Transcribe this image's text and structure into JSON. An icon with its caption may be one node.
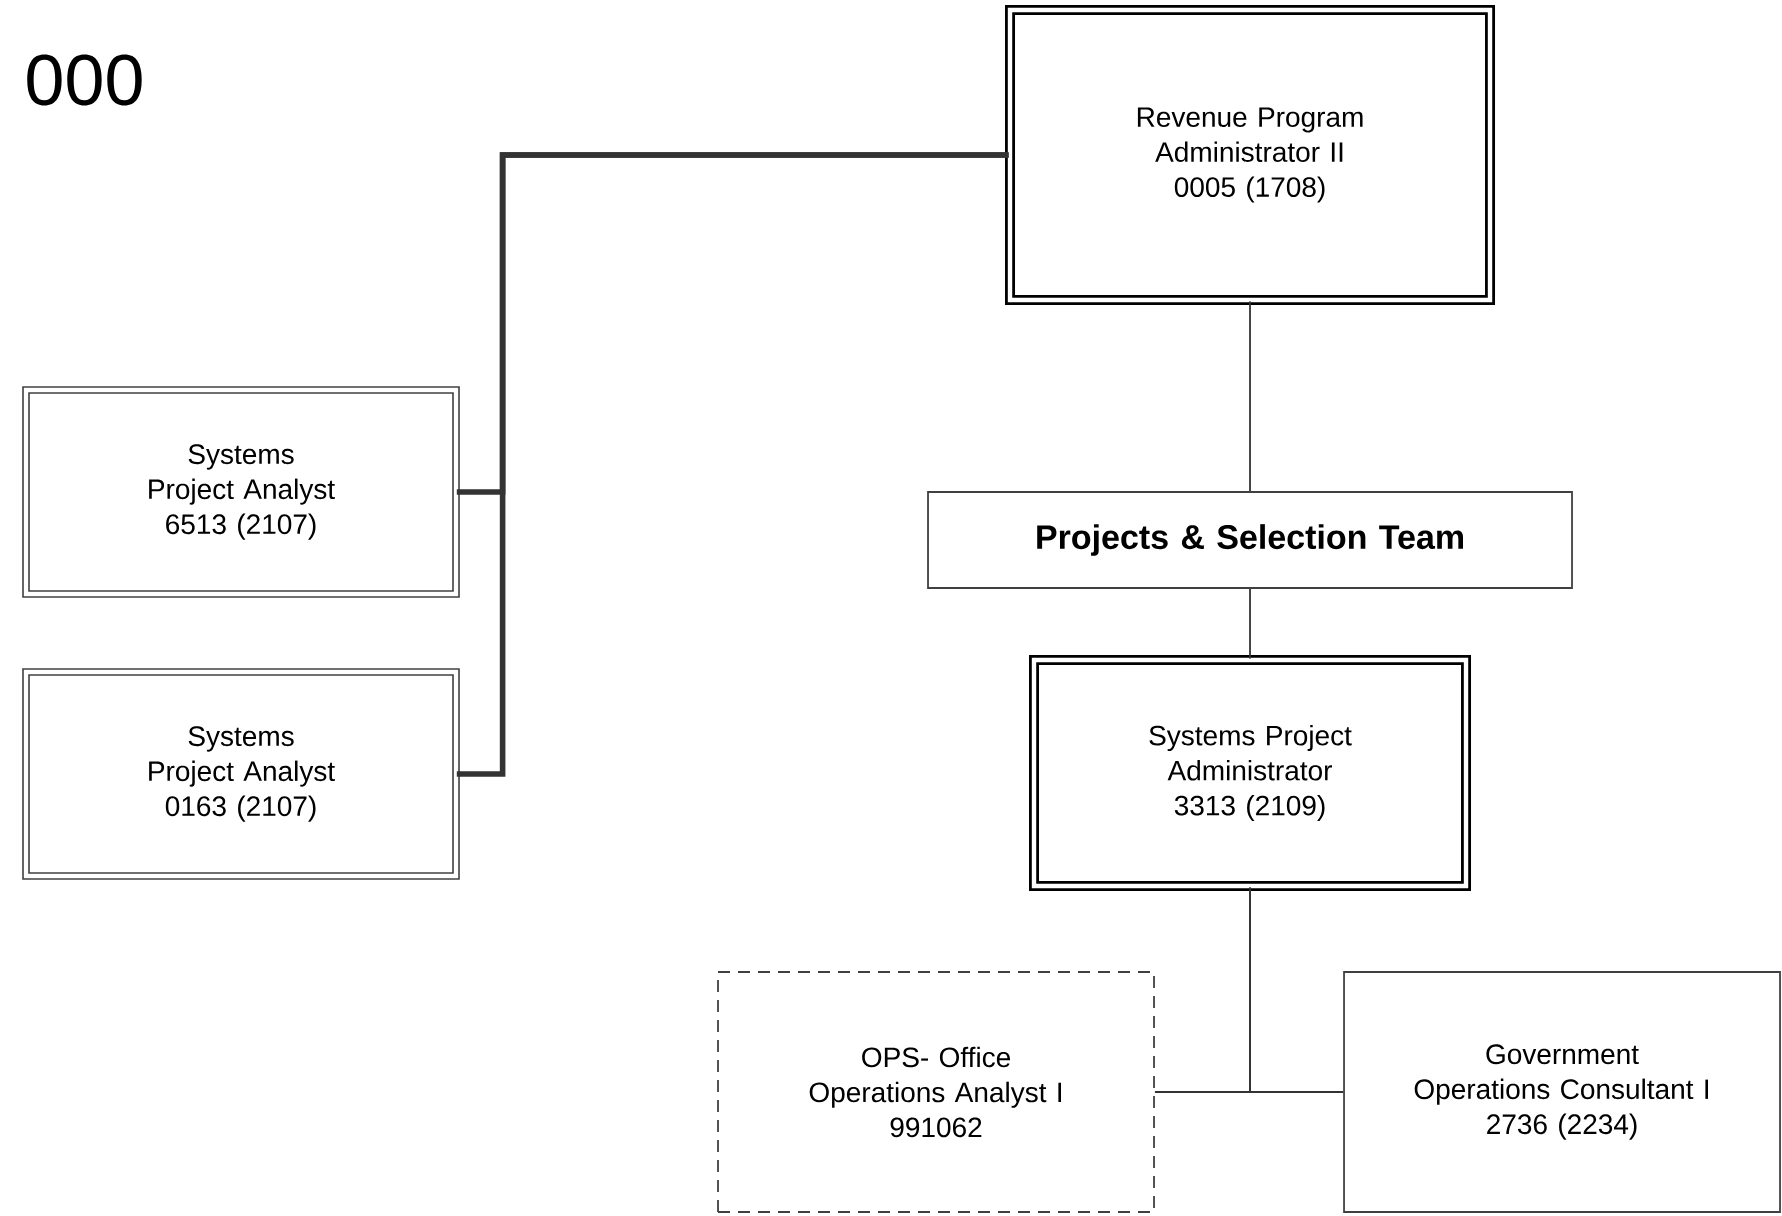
{
  "diagram": {
    "title": "000",
    "nodes": [
      {
        "text": [
          "Revenue Program Administrator II",
          "0005 (1708)"
        ]
      },
      {
        "text": [
          "Systems Project Analyst",
          "6513 (2107)"
        ]
      },
      {
        "text": [
          "Systems Project Analyst",
          "0163 (2107)"
        ]
      },
      {
        "text": [
          "Projects & Selection Team"
        ]
      },
      {
        "text": [
          "Systems Project Administrator",
          "3313 (2109)"
        ]
      },
      {
        "text": [
          "OPS- Office Operations Analyst I",
          "991062"
        ]
      },
      {
        "text": [
          "Government Operations Consultant I",
          "2736 (2234)"
        ]
      }
    ],
    "edges": [
      {
        "from": 0,
        "to": 1,
        "arrow": "none",
        "style": "thick"
      },
      {
        "from": 0,
        "to": 2,
        "arrow": "none",
        "style": "thick"
      },
      {
        "from": 0,
        "to": 3,
        "arrow": "none"
      },
      {
        "from": 3,
        "to": 4,
        "arrow": "none"
      },
      {
        "from": 4,
        "to": 5,
        "arrow": "none"
      },
      {
        "from": 4,
        "to": 6,
        "arrow": "none"
      }
    ]
  }
}
